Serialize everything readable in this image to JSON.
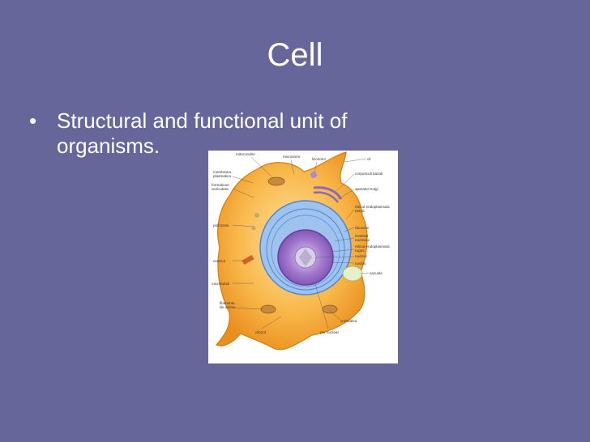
{
  "slide": {
    "title": "Cell",
    "bullets": [
      {
        "marker": "•",
        "text": "Structural and functional unit of organisms."
      }
    ]
  },
  "figure": {
    "labels": {
      "mitocondrie": "mitocondrie",
      "microsomi": "microsomi",
      "lizozomi": "lizozomi",
      "cil": "cil",
      "membrana": "membrana",
      "plasmatica": "plasmatica",
      "corpusculi_bazali": "corpusculi bazali",
      "formatiune": "formatiune",
      "veziculara": "veziculara",
      "aparatul_golgi": "aparatul Golgi",
      "reticul_neted_1": "reticul endoplasmatic",
      "reticul_neted_2": "neted",
      "poliozomi": "poliozomi",
      "ribozomi": "ribozomi",
      "invelisul_1": "invelisul",
      "invelisul_2": "nucleului",
      "reticul_rugos_1": "reticul endoplasmatic",
      "reticul_rugos_2": "rugos",
      "nucleol": "nucleol",
      "nucleu": "nucleu",
      "centriol": "centriol",
      "vacuole": "vacuole",
      "microtubuli": "microtubuli",
      "filamente_1": "filamente",
      "filamente_2": "de actina",
      "cromatina": "cromatina",
      "cilozol": "cilozol",
      "por_nuclear": "por nuclear"
    }
  }
}
